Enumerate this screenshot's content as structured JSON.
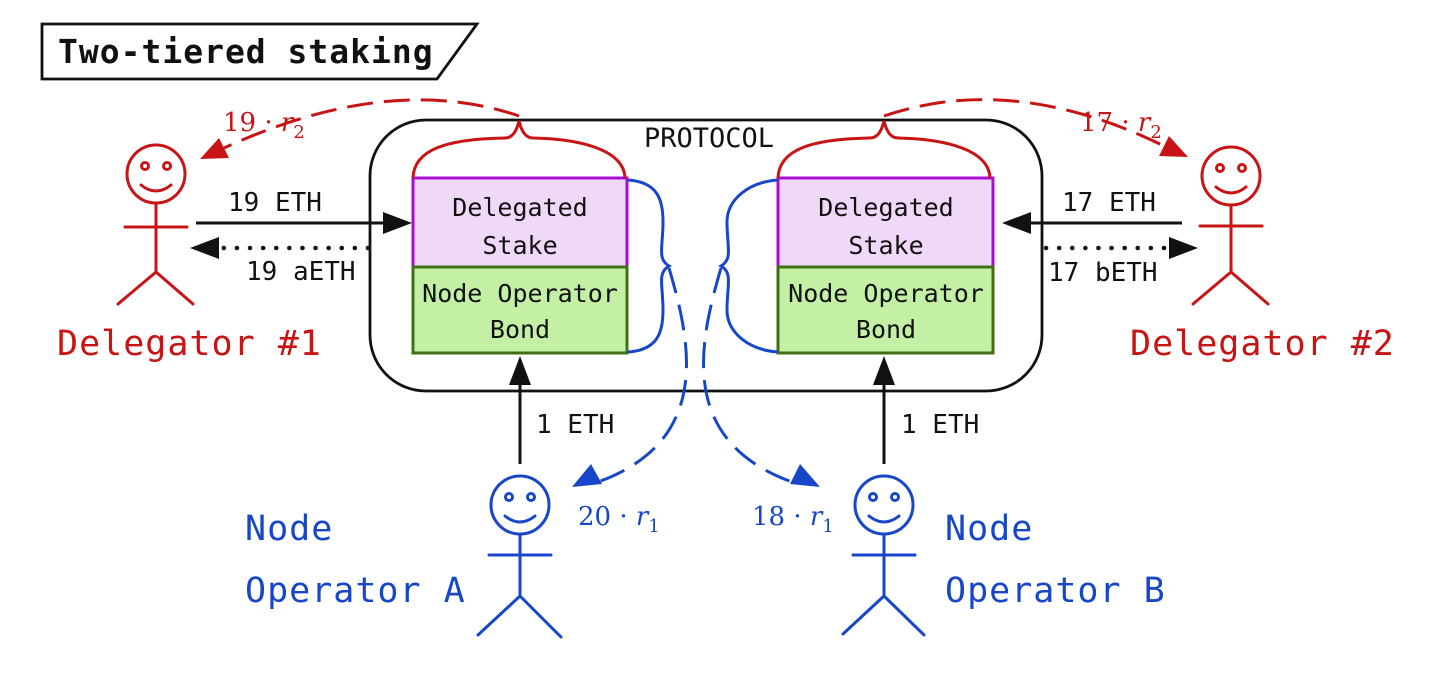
{
  "title": "Two-tiered staking",
  "protocol": {
    "label": "PROTOCOL"
  },
  "pools": {
    "a": {
      "stake_line1": "Delegated",
      "stake_line2": "Stake",
      "bond_line1": "Node Operator",
      "bond_line2": "Bond"
    },
    "b": {
      "stake_line1": "Delegated",
      "stake_line2": "Stake",
      "bond_line1": "Node Operator",
      "bond_line2": "Bond"
    }
  },
  "delegator1": {
    "name": "Delegator #1",
    "deposit_label": "19 ETH",
    "receipt_label": "19 aETH",
    "reward_prefix": "19 · ",
    "reward_var": "r",
    "reward_sub": "2"
  },
  "delegator2": {
    "name": "Delegator #2",
    "deposit_label": "17 ETH",
    "receipt_label": "17 bETH",
    "reward_prefix": "17 · ",
    "reward_var": "r",
    "reward_sub": "2"
  },
  "operator_a": {
    "name_line1": "Node",
    "name_line2": "Operator A",
    "bond_label": "1 ETH",
    "reward_prefix": "20 · ",
    "reward_var": "r",
    "reward_sub": "1"
  },
  "operator_b": {
    "name_line1": "Node",
    "name_line2": "Operator B",
    "bond_label": "1 ETH",
    "reward_prefix": "18 · ",
    "reward_var": "r",
    "reward_sub": "1"
  },
  "colors": {
    "red": "#c81414",
    "blue": "#1747c8",
    "magenta": "#ac0cd4",
    "stake_fill": "#f0d9f8",
    "green": "#3f7012",
    "bond_fill": "#c4f0a6",
    "ink": "#111111"
  }
}
